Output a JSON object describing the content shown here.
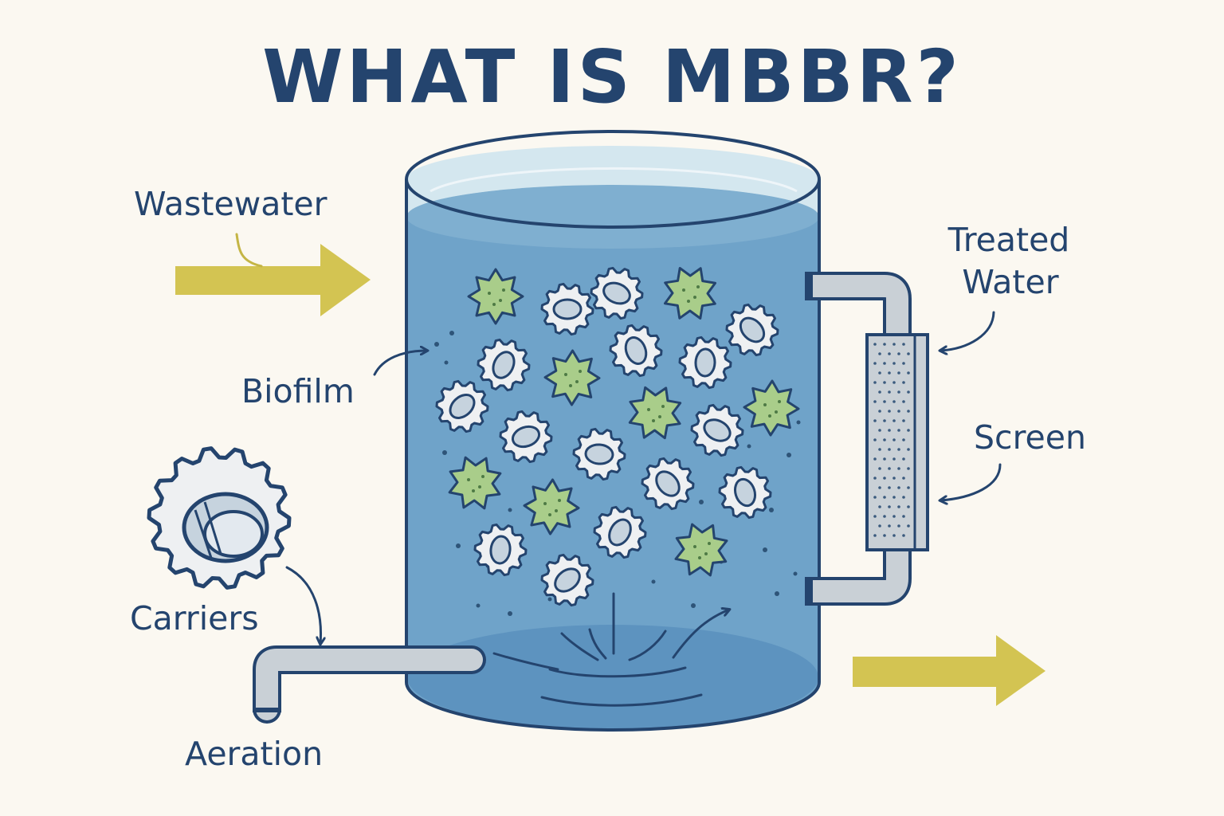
{
  "title": "WHAT IS MBBR?",
  "labels": {
    "wastewater": "Wastewater",
    "treated_line1": "Treated",
    "treated_line2": "Water",
    "biofilm": "Biofilm",
    "screen": "Screen",
    "carriers": "Carriers",
    "aeration": "Aeration"
  },
  "colors": {
    "background": "#fbf8f1",
    "outline": "#24446e",
    "water": "#6fa3c9",
    "arrow": "#d3c452",
    "biofilm": "#a9cd8a",
    "carrier": "#eef0f2"
  }
}
